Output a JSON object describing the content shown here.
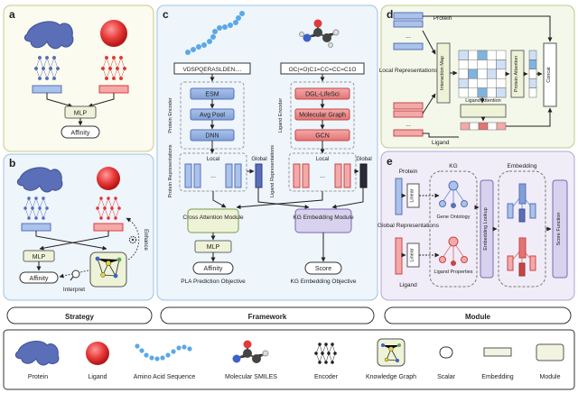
{
  "panels": {
    "a": {
      "letter": "a",
      "mlp": "MLP",
      "affinity": "Affinity"
    },
    "b": {
      "letter": "b",
      "mlp": "MLP",
      "affinity": "Affinity",
      "interpret": "Interpret",
      "enhance": "Enhance"
    },
    "c": {
      "letter": "c",
      "sequence": "VDSPQERASLDEN....",
      "smiles": "OC(=O)C1=CC=CC=C1O",
      "protein_encoder_label": "Protein Encoder",
      "ligand_encoder_label": "Ligand Encoder",
      "protein_modules": [
        "ESM",
        "Avg Pool",
        "DNN"
      ],
      "ligand_modules": [
        "DGL-LifeSci",
        "Molecular Graph",
        "GCN"
      ],
      "protein_repr_label": "Protein Representations",
      "ligand_repr_label": "Ligand Representations",
      "local": "Local",
      "global": "Global",
      "ellipsis": "...",
      "cross_attention": "Cross Attention Module",
      "kg_embedding": "KG Embedding Module",
      "mlp": "MLP",
      "affinity": "Affinity",
      "score": "Score",
      "pla_objective": "PLA Prediction Objective",
      "kg_objective": "KG Embedding Objective"
    },
    "d": {
      "letter": "d",
      "protein": "Protein",
      "ligand": "Ligand",
      "local_repr": "Local Representations",
      "interaction_map": "Interaction Map",
      "protein_attention": "Protein Attention",
      "ligand_attention": "Ligand Attention",
      "concat": "Concat"
    },
    "e": {
      "letter": "e",
      "protein": "Protein",
      "ligand": "Ligand",
      "kg": "KG",
      "embedding": "Embedding",
      "global_repr": "Global Representations",
      "linear": "Linear",
      "gene_ontology": "Gene Ontology",
      "ligand_properties": "Ligand Properties",
      "embedding_lookup": "Embedding Lookup",
      "score_function": "Score Function"
    }
  },
  "sections": [
    "Strategy",
    "Framework",
    "Module"
  ],
  "legend": [
    "Protein",
    "Ligand",
    "Amino Acid Sequence",
    "Molecular SMILES",
    "Encoder",
    "Knowledge Graph",
    "Scalar",
    "Embedding",
    "Module"
  ],
  "colors": {
    "panel_a_fill": "#fbfbef",
    "panel_a_stroke": "#c9c98a",
    "panel_b_fill": "#eef5fb",
    "panel_b_stroke": "#9ec3e0",
    "panel_c_fill": "#eef5fb",
    "panel_c_stroke": "#9ec3e0",
    "panel_d_fill": "#f3f8ea",
    "panel_d_stroke": "#b7cc8c",
    "panel_e_fill": "#f1edf8",
    "panel_e_stroke": "#b3a3d4",
    "protein_blue": "#5b6fb8",
    "ligand_red": "#e03a3a",
    "module_blue": "#7fa6dc",
    "module_red": "#ea7f7f",
    "mlp_green": "#eef3d8",
    "kg_purple": "#d9d2ee"
  }
}
